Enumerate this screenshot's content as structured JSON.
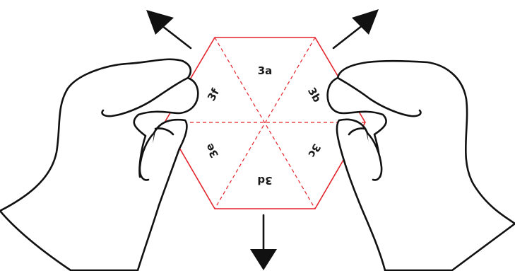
{
  "colors": {
    "fold_line": "#e4232b",
    "ink": "#111111",
    "background": "#ffffff"
  },
  "sections": {
    "a": "3a",
    "b": "3b",
    "c": "3c",
    "d": "3d",
    "e": "3e",
    "f": "3f"
  },
  "arrows": [
    "arrow-up-left-icon",
    "arrow-up-right-icon",
    "arrow-down-icon"
  ]
}
